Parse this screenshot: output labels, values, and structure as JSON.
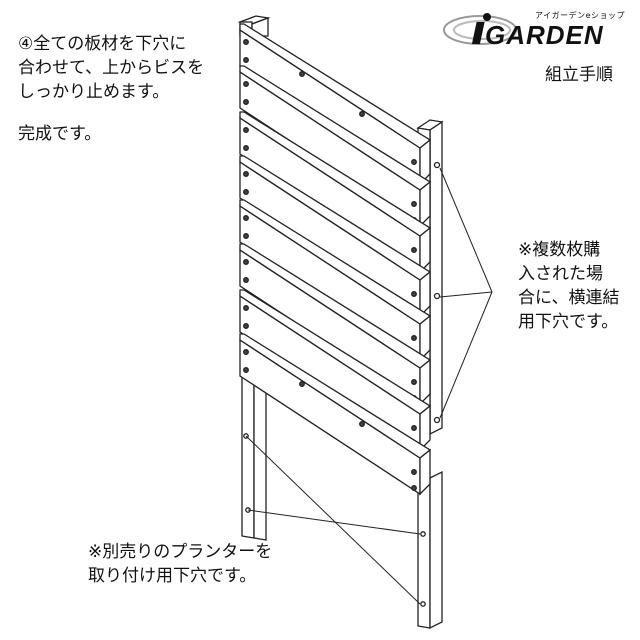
{
  "instruction": "④全ての板材を下穴に\n合わせて、上からビスを\nしっかり止めます。",
  "done": "完成です。",
  "note_right": "※複数枚購\n入された場\n合に、横連結\n用下穴です。",
  "note_bottom": "※別売りのプランターを\n取り付け用下穴です。",
  "logo": {
    "sub": "アイガーデンeショップ",
    "main": "GARDEN",
    "prefix": "i"
  },
  "subtitle": "組立手順"
}
